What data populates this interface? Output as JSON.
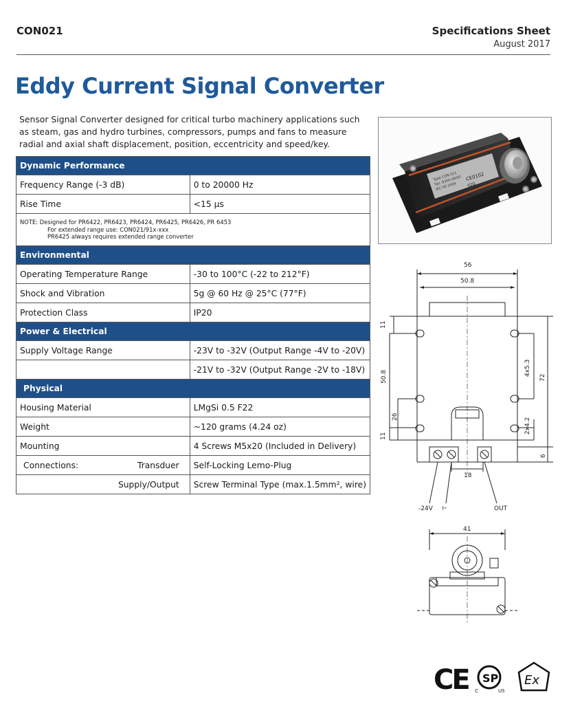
{
  "header": {
    "doc_code": "CON021",
    "sheet_title": "Specifications Sheet",
    "sheet_date": "August 2017"
  },
  "title": "Eddy Current Signal Converter",
  "intro": "Sensor Signal Converter designed for critical turbo machinery applications such as steam, gas and hydro turbines, compressors, pumps and fans to measure radial and axial shaft displacement, position, eccentricity and speed/key.",
  "specs": {
    "dynamic": {
      "title": "Dynamic Performance",
      "rows": [
        {
          "label": "Frequency Range (-3 dB)",
          "value": "0 to 20000 Hz"
        },
        {
          "label": "Rise Time",
          "value": "<15 µs"
        }
      ],
      "note": {
        "line1": "NOTE: Designed for PR6422, PR6423, PR6424, PR6425, PR6426, PR 6453",
        "line2": "For extended range use: CON021/91x-xxx",
        "line3": "PR6425 always requires extended range converter"
      }
    },
    "environmental": {
      "title": "Environmental",
      "rows": [
        {
          "label": "Operating Temperature Range",
          "value": "-30 to 100°C (-22 to 212°F)"
        },
        {
          "label": "Shock and Vibration",
          "value": "5g @ 60 Hz @ 25°C (77°F)"
        },
        {
          "label": "Protection Class",
          "value": "IP20"
        }
      ]
    },
    "power": {
      "title": "Power & Electrical",
      "rows": [
        {
          "label": "Supply Voltage Range",
          "value": "-23V to -32V (Output Range -4V to -20V)"
        },
        {
          "label": "",
          "value": "-21V to -32V (Output Range -2V to -18V)"
        }
      ]
    },
    "physical": {
      "title": "Physical",
      "rows": [
        {
          "label": "Housing Material",
          "value": "LMgSi 0.5 F22"
        },
        {
          "label": "Weight",
          "value": "~120 grams (4.24 oz)"
        },
        {
          "label": "Mounting",
          "value": "4 Screws M5x20 (Included in Delivery)"
        }
      ],
      "connections": {
        "label": "Connections:",
        "transducer_label": "Transduer",
        "transducer_value": "Self-Locking Lemo-Plug",
        "supply_label": "Supply/Output",
        "supply_value": "Screw Terminal Type (max.1.5mm², wire)"
      }
    }
  },
  "photo_labels": {
    "label_line1": "Type CON 021",
    "label_line2": "Ser. 8350.00/00",
    "label_line3": "IEC 00 2009",
    "ce_mark": "CE0102",
    "ex_mark": "II2G"
  },
  "drawing": {
    "dim_56": "56",
    "dim_50_8_top": "50.8",
    "dim_11_top": "11",
    "dim_50_8_left": "50.8",
    "dim_26": "26",
    "dim_11_bottom": "11",
    "dim_4x5_3": "4x5.3",
    "dim_72": "72",
    "dim_2x4_2": "2x4.2",
    "dim_6": "6",
    "dim_18": "18",
    "label_minus24v": "-24V",
    "label_ground": "⊢",
    "label_out": "OUT",
    "dim_41": "41"
  },
  "logos": {
    "ce": "CE",
    "csa_c": "C",
    "csa_us": "US",
    "csa_sp": "SP",
    "ex": "Ex"
  },
  "colors": {
    "accent": "#1e5a9c",
    "section_header": "#1f4f88"
  }
}
